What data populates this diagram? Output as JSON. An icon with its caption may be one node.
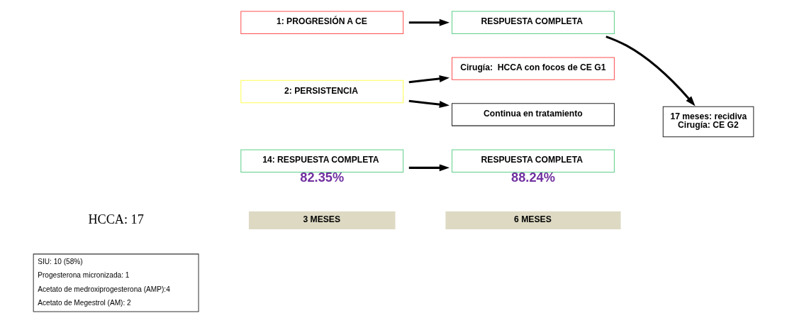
{
  "diagram": {
    "nodes": [
      {
        "text": [
          "3 MESES"
        ]
      },
      {
        "text": [
          "6 MESES"
        ]
      },
      {
        "text": [
          "14: RESPUESTA COMPLETA"
        ],
        "beside": [
          "82.35%"
        ]
      },
      {
        "text": [
          "RESPUESTA COMPLETA"
        ],
        "beside": [
          "88.24%"
        ]
      },
      {
        "text": [
          "2: PERSISTENCIA"
        ]
      },
      {
        "text": [
          "Cirugía:  HCCA con focos de CE G1"
        ]
      },
      {
        "text": [
          "Continua en tratamiento"
        ]
      },
      {
        "text": [
          "SIU: 10 (58%)",
          "Progesterona micronizada: 1",
          "Acetato de medroxiprogesterona (AMP):4",
          "Acetato de Megestrol (AM): 2"
        ]
      },
      {
        "text": [
          "1: PROGRESIÓN A CE"
        ]
      },
      {
        "text": [
          "RESPUESTA COMPLETA"
        ]
      },
      {
        "text": [
          "17 meses: recidiva",
          "Cirugía: CE G2"
        ]
      }
    ],
    "edges": [
      {
        "from": 2,
        "to": 3,
        "arrow": "to"
      },
      {
        "from": 4,
        "to": 5,
        "arrow": "to"
      },
      {
        "from": 4,
        "to": 6,
        "arrow": "to"
      },
      {
        "from": 8,
        "to": 9,
        "arrow": "to"
      },
      {
        "from": 9,
        "to": 10,
        "arrow": "to"
      }
    ],
    "labels": [
      "HCCA: 17"
    ]
  }
}
